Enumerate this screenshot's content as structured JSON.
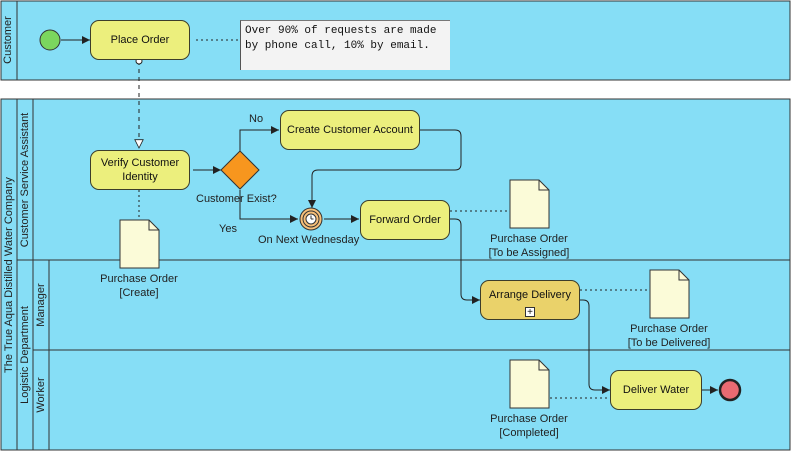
{
  "pools": {
    "customer": {
      "label": "Customer"
    },
    "company": {
      "label": "The True Aqua Distilled Water Company"
    },
    "logistic": {
      "label": "Logistic Department"
    }
  },
  "lanes": {
    "csa": {
      "label": "Customer Service Assistant"
    },
    "manager": {
      "label": "Manager"
    },
    "worker": {
      "label": "Worker"
    }
  },
  "tasks": {
    "place_order": "Place Order",
    "verify_identity": "Verify Customer Identity",
    "create_account": "Create Customer Account",
    "forward_order": "Forward Order",
    "arrange_delivery": "Arrange Delivery",
    "deliver_water": "Deliver Water"
  },
  "annotation": {
    "text": "Over 90% of requests are made by phone call, 10% by email."
  },
  "gateway": {
    "label": "Customer Exist?"
  },
  "flows": {
    "no": "No",
    "yes": "Yes"
  },
  "timer": {
    "label": "On Next Wednesday"
  },
  "documents": {
    "create": {
      "line1": "Purchase Order",
      "line2": "[Create]"
    },
    "assigned": {
      "line1": "Purchase Order",
      "line2": "[To be Assigned]"
    },
    "delivered": {
      "line1": "Purchase Order",
      "line2": "[To be Delivered]"
    },
    "completed": {
      "line1": "Purchase Order",
      "line2": "[Completed]"
    }
  },
  "colors": {
    "lane_fill": "#86def6",
    "task_fill": "#ecef7d",
    "gateway_fill": "#f7961e",
    "start_fill": "#7bd65e",
    "end_fill": "#e96a72",
    "document_fill": "#fbfbd8"
  }
}
